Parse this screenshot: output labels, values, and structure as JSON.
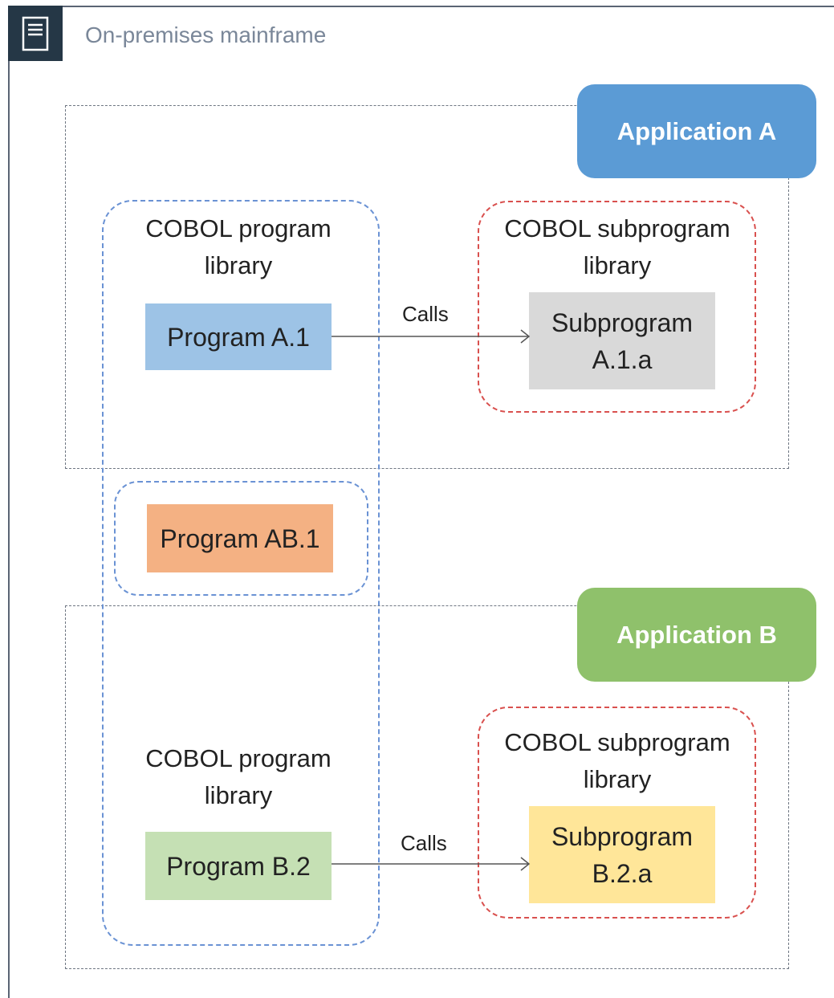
{
  "mainframe": {
    "title": "On-premises mainframe",
    "icon": "server-icon"
  },
  "application_a": {
    "label": "Application A",
    "color": "#5b9bd5",
    "program_library": {
      "label": "COBOL program library",
      "program": "Program A.1",
      "program_color": "#9dc3e6"
    },
    "call_label": "Calls",
    "subprogram_library": {
      "label": "COBOL subprogram library",
      "subprogram": "Subprogram A.1.a",
      "subprogram_color": "#d9d9d9"
    }
  },
  "shared": {
    "program": "Program AB.1",
    "program_color": "#f4b183"
  },
  "application_b": {
    "label": "Application B",
    "color": "#8fc16b",
    "program_library": {
      "label": "COBOL program library",
      "program": "Program B.2",
      "program_color": "#c5e0b4"
    },
    "call_label": "Calls",
    "subprogram_library": {
      "label": "COBOL subprogram library",
      "subprogram": "Subprogram B.2.a",
      "subprogram_color": "#ffe699"
    }
  }
}
